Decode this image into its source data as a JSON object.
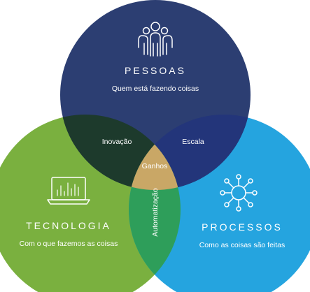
{
  "diagram": {
    "pessoas": {
      "title": "PESSOAS",
      "subtitle": "Quem está fazendo coisas",
      "icon": "people-icon",
      "color": "#2c3e72"
    },
    "tecnologia": {
      "title": "TECNOLOGIA",
      "subtitle": "Com o que fazemos as coisas",
      "icon": "laptop-icon",
      "color": "#7ab03f"
    },
    "processos": {
      "title": "PROCESSOS",
      "subtitle": "Como as coisas são feitas",
      "icon": "process-icon",
      "color": "#25a4df"
    },
    "intersections": {
      "inovacao": "Inovação",
      "escala": "Escala",
      "automatizacao": "Automatização",
      "ganhos": "Ganhos"
    },
    "colors": {
      "inovacao": "#1d3a2c",
      "escala": "#23357a",
      "automatizacao": "#2e9e5a",
      "ganhos": "#c9a766"
    }
  }
}
